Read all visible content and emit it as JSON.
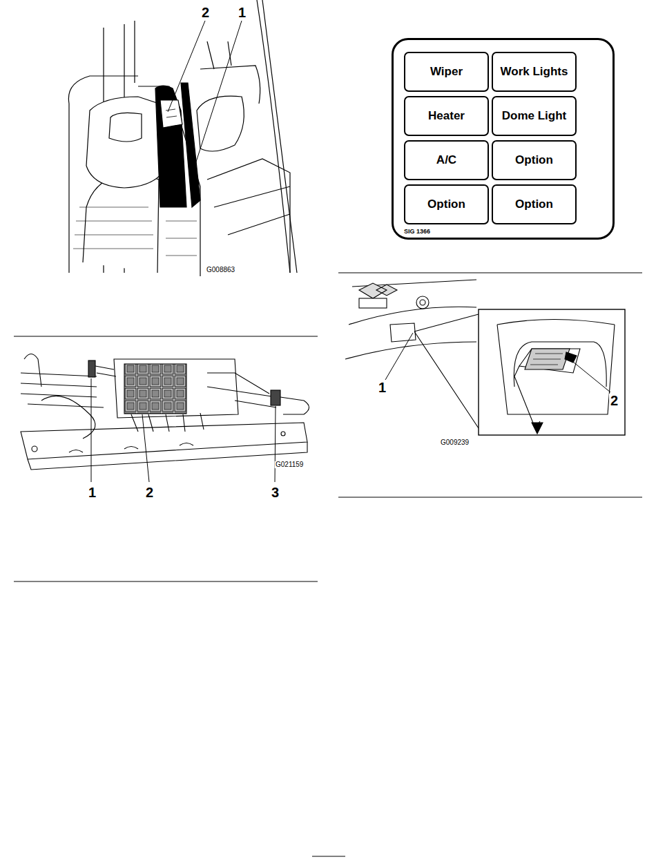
{
  "diagram": {
    "nodes": [
      {
        "text": [
          "SIG 1366"
        ]
      },
      {
        "text": [
          "Wiper"
        ],
        "in": 0
      },
      {
        "text": [
          "Work Lights"
        ],
        "in": 0
      },
      {
        "text": [
          "Heater"
        ],
        "in": 0
      },
      {
        "text": [
          "Dome Light"
        ],
        "in": 0
      },
      {
        "text": [
          "A/C"
        ],
        "in": 0
      },
      {
        "text": [
          "Option"
        ],
        "in": 0
      },
      {
        "text": [
          "Option"
        ],
        "in": 0
      },
      {
        "text": [
          "Option"
        ],
        "in": 0
      }
    ],
    "labels": [
      "2",
      "1",
      "G008863",
      "G021159",
      "1",
      "2",
      "3",
      "1",
      "2",
      "G009239"
    ]
  }
}
